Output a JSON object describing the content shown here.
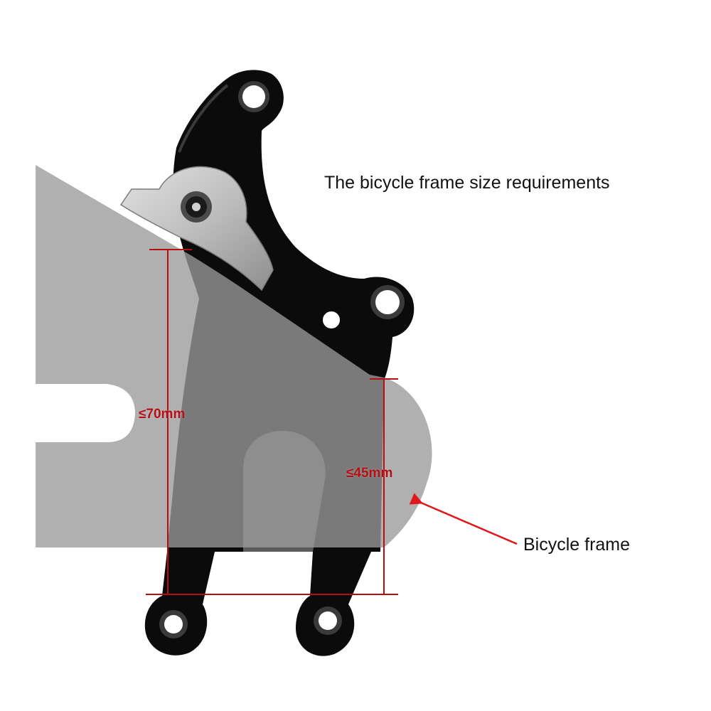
{
  "diagram": {
    "title": "The bicycle frame size requirements",
    "frame_label": "Bicycle frame",
    "dimension_long": "≤70mm",
    "dimension_short": "≤45mm",
    "colors": {
      "background": "#ffffff",
      "frame_gray": "#9a9a9a",
      "adapter_black": "#0b0b0b",
      "clamp_silver": "#c4c4c4",
      "dimension_red": "#b50f14",
      "arrow_red": "#e0171c"
    }
  }
}
